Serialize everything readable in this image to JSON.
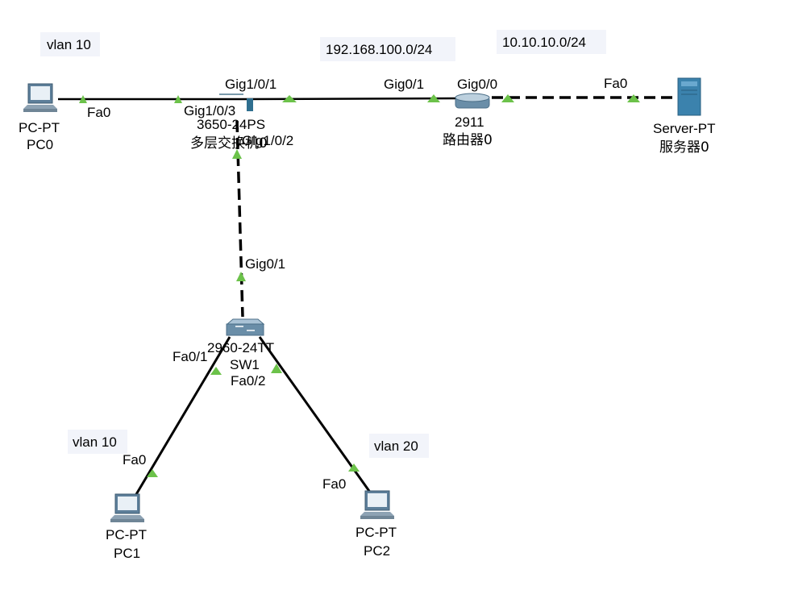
{
  "colors": {
    "link": "#000000",
    "port_up": "#6cc24a",
    "note_bg": "#f2f4fa",
    "device": "#4a86b8"
  },
  "notes": {
    "vlan_pc0": "vlan 10",
    "net_lan": "192.168.100.0/24",
    "net_server": "10.10.10.0/24",
    "vlan_pc1": "vlan 10",
    "vlan_pc2": "vlan 20"
  },
  "devices": {
    "pc0": {
      "model": "PC-PT",
      "name": "PC0",
      "icon": "pc-icon"
    },
    "multilayer_switch": {
      "model": "3650-24PS",
      "name": "多层交换机0",
      "icon": "multilayer-switch-icon"
    },
    "router": {
      "model": "2911",
      "name": "路由器0",
      "icon": "router-icon"
    },
    "server": {
      "model": "Server-PT",
      "name": "服务器0",
      "icon": "server-icon"
    },
    "sw1": {
      "model": "2960-24TT",
      "name": "SW1",
      "icon": "switch-icon"
    },
    "pc1": {
      "model": "PC-PT",
      "name": "PC1",
      "icon": "pc-icon"
    },
    "pc2": {
      "model": "PC-PT",
      "name": "PC2",
      "icon": "pc-icon"
    }
  },
  "ports": {
    "pc0_fa0": "Fa0",
    "ml_gig103": "Gig1/0/3",
    "ml_gig101": "Gig1/0/1",
    "ml_gig102": "Gig1/0/2",
    "r_gig01": "Gig0/1",
    "r_gig00": "Gig0/0",
    "srv_fa0": "Fa0",
    "sw1_gig01": "Gig0/1",
    "sw1_fa01": "Fa0/1",
    "sw1_fa02": "Fa0/2",
    "pc1_fa0": "Fa0",
    "pc2_fa0": "Fa0"
  },
  "links": [
    {
      "from": "PC0 Fa0",
      "to": "Gig1/0/3",
      "style": "solid"
    },
    {
      "from": "Gig1/0/1",
      "to": "Gig0/1",
      "style": "solid"
    },
    {
      "from": "Gig0/0",
      "to": "Fa0",
      "style": "dashed"
    },
    {
      "from": "Gig1/0/2",
      "to": "Gig0/1",
      "style": "dashed"
    },
    {
      "from": "Fa0/1",
      "to": "PC1 Fa0",
      "style": "solid"
    },
    {
      "from": "Fa0/2",
      "to": "PC2 Fa0",
      "style": "solid"
    }
  ]
}
